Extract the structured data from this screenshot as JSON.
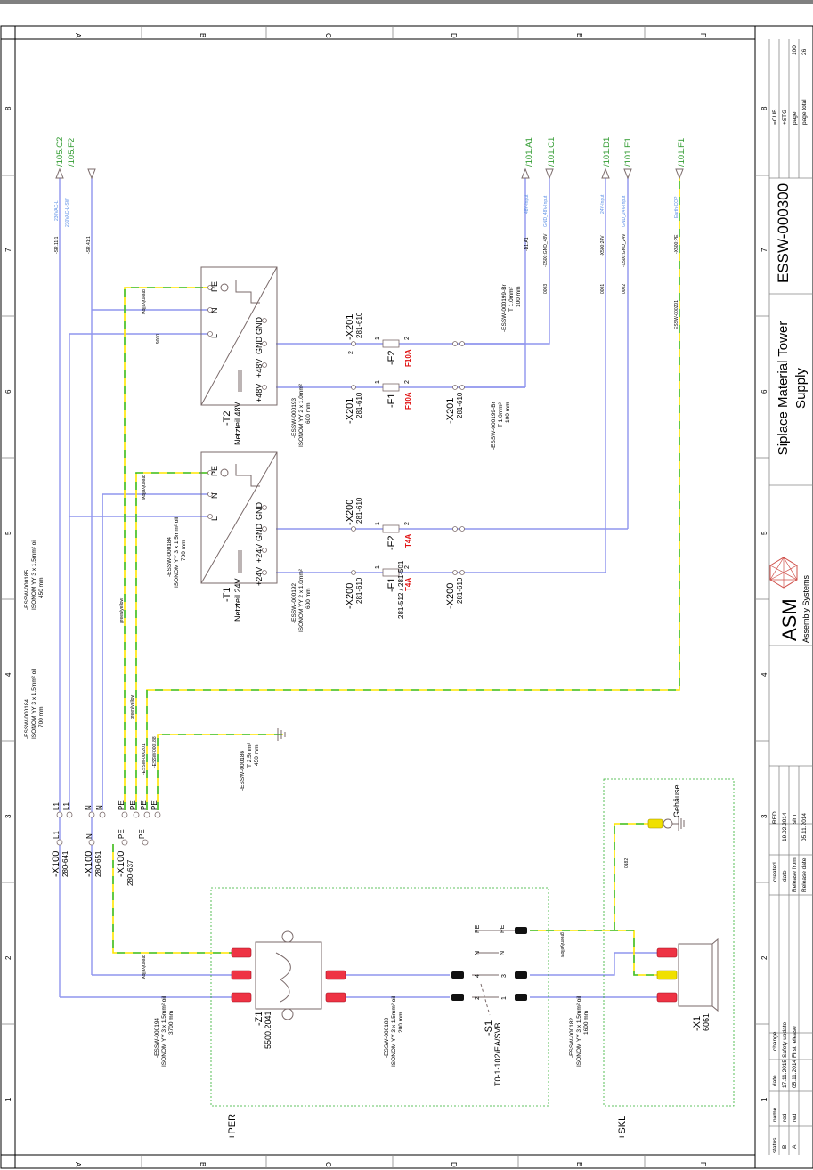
{
  "title_block": {
    "project_id": "ESSW-000300",
    "title_line1": "Siplace Material Tower",
    "title_line2": "Supply",
    "company": "ASM",
    "company_sub": "Assembly Systems",
    "func_label": "=CUB",
    "loc_label": "+STG",
    "page_label": "page",
    "page_value": "100",
    "page_total_label": "page total",
    "page_total_value": "26",
    "created_label": "created",
    "created_value": "RED",
    "date_label": "date",
    "date_value": "19.02.2014",
    "release_from_label": "Release from",
    "release_from_value": "sim",
    "release_date_label": "Release date",
    "release_date_value": "05.11.2014",
    "revision_headers": [
      "status",
      "name",
      "date",
      "change"
    ],
    "revisions": [
      {
        "status": "B",
        "name": "red",
        "date": "17.11.2015",
        "change": "Safety update"
      },
      {
        "status": "A",
        "name": "red",
        "date": "05.11.2014",
        "change": "First release"
      }
    ]
  },
  "grid": {
    "rows": [
      "A",
      "B",
      "C",
      "D",
      "E",
      "F"
    ],
    "cols": [
      "8",
      "7",
      "6",
      "5",
      "4",
      "3",
      "2",
      "1"
    ]
  },
  "refs": {
    "c2": "/105.C2",
    "f2": "/105.F2",
    "sr11": "-SR.11:1",
    "sr41": "-SR.41:1",
    "sig230L": "230VAC-L",
    "sig230LSW": "230VAC-L-SW",
    "a1": "/101.A1",
    "c1": "/101.C1",
    "d1": "/101.D1",
    "e1": "/101.E1",
    "f1": "/101.F1",
    "sig48": "48V-Input",
    "sigGnd48": "GND_48V-Input",
    "sig24": "24V-Input",
    "sigGnd24": "GND_24V-Input",
    "sigEarth": "Earth-COP",
    "w_d1a1": "-D1:A1",
    "w_x500gnd48": "-X500:GND_48V",
    "w_x50024": "-X500:24V",
    "w_x500gnd24": "-X500:GND_24V",
    "w_x500pe": "-X500:PE"
  },
  "components": {
    "t2_name": "-T2",
    "t2_desc": "Netzteil 48V",
    "t1_name": "-T1",
    "t1_desc": "Netzteil 24V",
    "psu_pe": "PE",
    "psu_n": "N",
    "psu_l": "L",
    "gnd": "GND",
    "p48": "+48V",
    "p24": "+24V",
    "x201": "-X201",
    "x200": "-X200",
    "term_type": "281-610",
    "f1": "-F1",
    "f2": "-F2",
    "f10a": "F10A",
    "t4a": "T4A",
    "f1_type_24": "281-512 / 281-501",
    "pin1": "1",
    "pin2": "2",
    "pin3": "3",
    "pin4": "4",
    "x100": "-X100",
    "x100_l1": "L1",
    "x100_n": "N",
    "x100_pe": "PE",
    "x100_t1": "280-641",
    "x100_t2": "280-651",
    "x100_t3": "280-637",
    "z1_name": "-Z1",
    "z1_type": "5500.2041",
    "s1_name": "-S1",
    "s1_type": "T0-1-102/EA/SVB",
    "x1_name": "-X1",
    "x1_type": "6061",
    "gehause": "Gehäuse",
    "loc_per": "+PER",
    "loc_skl": "+SKL"
  },
  "cables": {
    "c185": [
      "-ESSW-000185",
      "ISONOM YY  3 x 1.5mm² oil",
      "450 mm"
    ],
    "c184a": [
      "-ESSW-000184",
      "ISONOM YY  3 x 1.5mm² oil",
      "700 mm"
    ],
    "c184b": [
      "-ESSW-000184",
      "ISONOM YY  3 x 1.5mm² oil",
      "700 mm"
    ],
    "c193": [
      "-ESSW-000193",
      "ISONOM YY  2 x 1.0mm²",
      "600 mm"
    ],
    "c192": [
      "-ESSW-000192",
      "ISONOM YY  2 x 1.0mm²",
      "600 mm"
    ],
    "c199a": [
      "-ESSW-000199-Br",
      "T 1.0mm²",
      "100 mm"
    ],
    "c199b": [
      "-ESSW-000199-Br",
      "T 1.0mm²",
      "100 mm"
    ],
    "c186": [
      "-ESSW-000186",
      "T 2.5mm²",
      "450 mm"
    ],
    "c194": [
      "-ESSW-000194",
      "ISONOM YY  3 x 1.5mm² oil",
      "3700 mm"
    ],
    "c183": [
      "-ESSW-000183",
      "ISONOM YY  3 x 1.5mm² oil",
      "200 mm"
    ],
    "c182": [
      "-ESSW-000182",
      "ISONOM YY  3 x 1.5mm² oil",
      "1600 mm"
    ],
    "w201": "-ESSW-000201",
    "w188": "-ESSW-000188",
    "wEssw201": "ESSW-000201",
    "gy": "green/yellow",
    "n0003": "0003",
    "n0001": "0001",
    "n0002": "0002",
    "n0006": "0006",
    "n0182": "0182"
  }
}
